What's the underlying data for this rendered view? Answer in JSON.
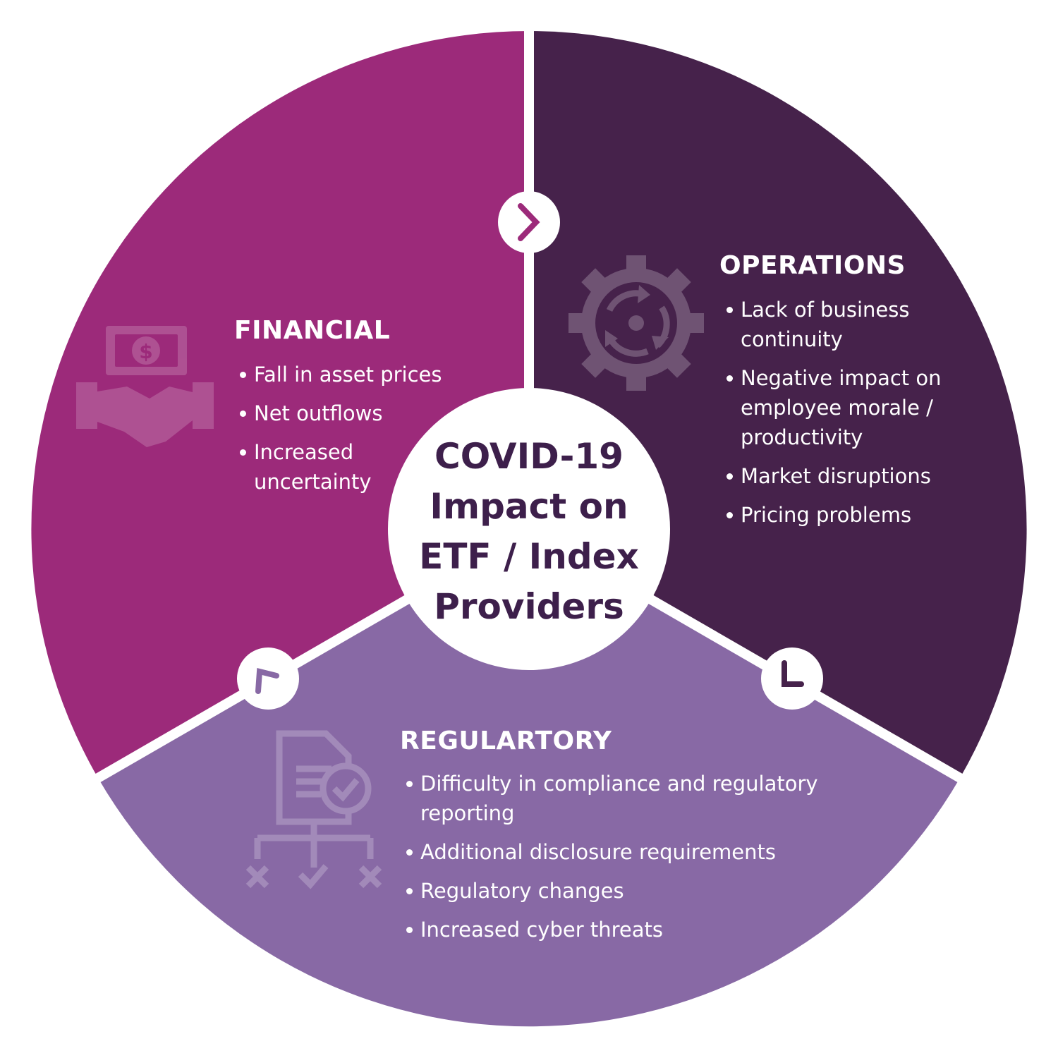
{
  "center": {
    "lines": [
      "COVID-19",
      "Impact on",
      "ETF / Index",
      "Providers"
    ]
  },
  "financial": {
    "title": "FINANCIAL",
    "color": "#9c2a7a",
    "icon": "money-handshake-icon",
    "items": [
      "Fall in asset prices",
      "Net outflows",
      "Increased uncertainty"
    ]
  },
  "operations": {
    "title": "OPERATIONS",
    "color": "#46224b",
    "icon": "gear-cycle-icon",
    "items": [
      "Lack of business continuity",
      "Negative impact on employee morale / productivity",
      "Market disruptions",
      "Pricing problems"
    ]
  },
  "regulatory": {
    "title": "REGULARTORY",
    "color": "#8869a5",
    "icon": "compliance-document-icon",
    "items": [
      "Difficulty in compliance and regulatory reporting",
      "Additional disclosure requirements",
      "Regulatory changes",
      "Increased cyber threats"
    ]
  },
  "colors": {
    "center_text": "#3d1f4b",
    "divider": "#ffffff",
    "icon_overlay": "#ffffff"
  }
}
